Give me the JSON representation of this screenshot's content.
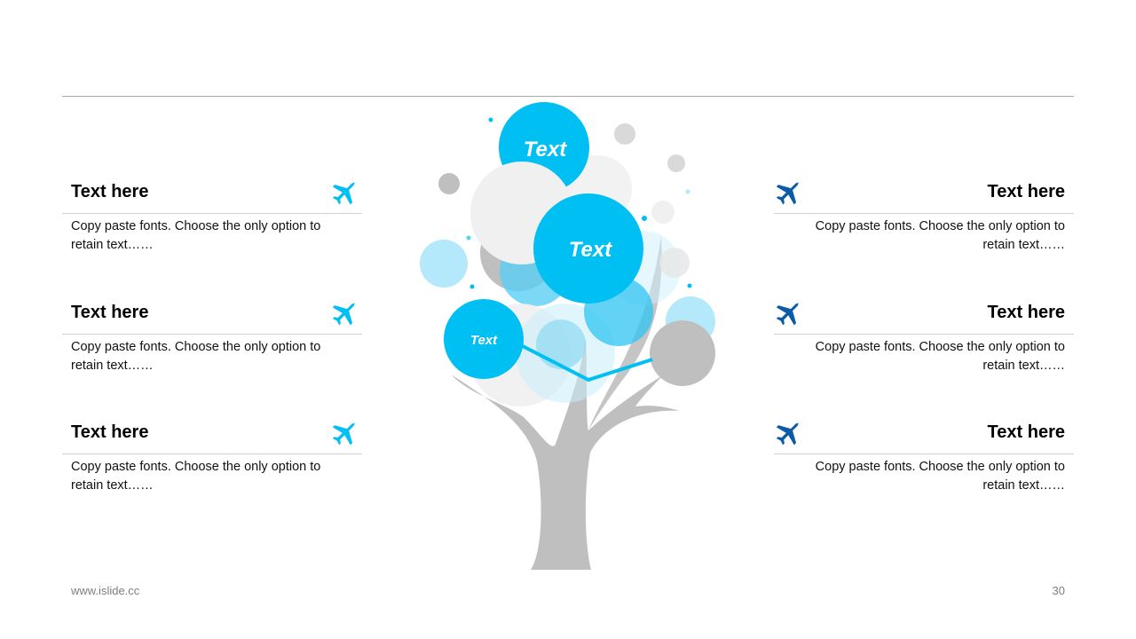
{
  "tree": {
    "labels": [
      "Text",
      "Text",
      "Text"
    ]
  },
  "left_items": [
    {
      "title": "Text here",
      "body": "Copy paste fonts. Choose the only option to retain text……",
      "icon": "airplane-icon"
    },
    {
      "title": "Text here",
      "body": "Copy paste fonts. Choose the only option to retain text……",
      "icon": "airplane-icon"
    },
    {
      "title": "Text here",
      "body": "Copy paste fonts. Choose the only option to retain text……",
      "icon": "airplane-icon"
    }
  ],
  "right_items": [
    {
      "title": "Text here",
      "body": "Copy paste fonts. Choose the only option to retain text……",
      "icon": "airplane-icon"
    },
    {
      "title": "Text here",
      "body": "Copy paste fonts. Choose the only option to retain text……",
      "icon": "airplane-icon"
    },
    {
      "title": "Text here",
      "body": "Copy paste fonts. Choose the only option to retain text……",
      "icon": "airplane-icon"
    }
  ],
  "footer": {
    "website": "www.islide.cc",
    "page_number": "30"
  },
  "colors": {
    "accent": "#00BFF3",
    "dark_accent": "#0B5BA8",
    "gray": "#BFBFBF"
  }
}
